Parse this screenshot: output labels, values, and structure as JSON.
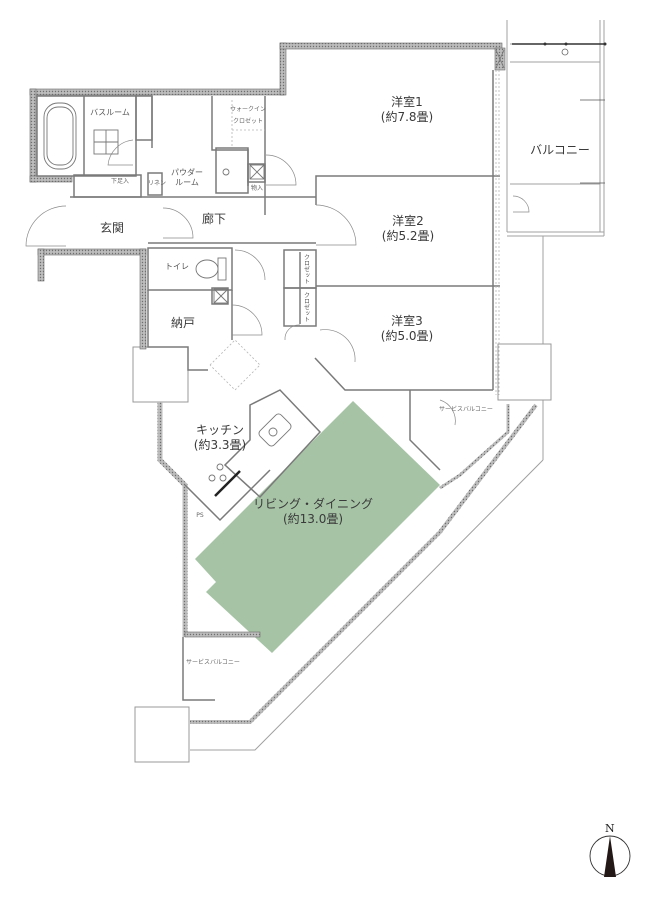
{
  "plan": {
    "fill_color_living": "#a6c3a6",
    "wall_color": "#8a8a8a",
    "line_color": "#9a9a9a"
  },
  "rooms": {
    "western1": {
      "name": "洋室1",
      "size": "(約7.8畳)"
    },
    "western2": {
      "name": "洋室2",
      "size": "(約5.2畳)"
    },
    "western3": {
      "name": "洋室3",
      "size": "(約5.0畳)"
    },
    "balcony": {
      "name": "バルコニー"
    },
    "bathroom": {
      "name": "バスルーム"
    },
    "powder": {
      "name_line1": "パウダー",
      "name_line2": "ルーム"
    },
    "walkin": {
      "name_line1": "ウォークイン",
      "name_line2": "クロゼット"
    },
    "entrance": {
      "name": "玄関"
    },
    "hallway": {
      "name": "廊下"
    },
    "toilet": {
      "name": "トイレ"
    },
    "storage": {
      "name": "納戸"
    },
    "kitchen": {
      "name": "キッチン",
      "size": "(約3.3畳)"
    },
    "living": {
      "name": "リビング・ダイニング",
      "size": "(約13.0畳)"
    },
    "service_balcony_east": {
      "name": "サービスバルコニー"
    },
    "service_balcony_west": {
      "name": "サービスバルコニー"
    },
    "closet_a": {
      "name": "クロゼット"
    },
    "closet_b": {
      "name": "クロゼット"
    }
  },
  "small_labels": {
    "shoe_storage": "下足入",
    "linen": "リネン",
    "closet_small": "物入",
    "ps": "PS"
  },
  "compass": {
    "label": "N"
  }
}
